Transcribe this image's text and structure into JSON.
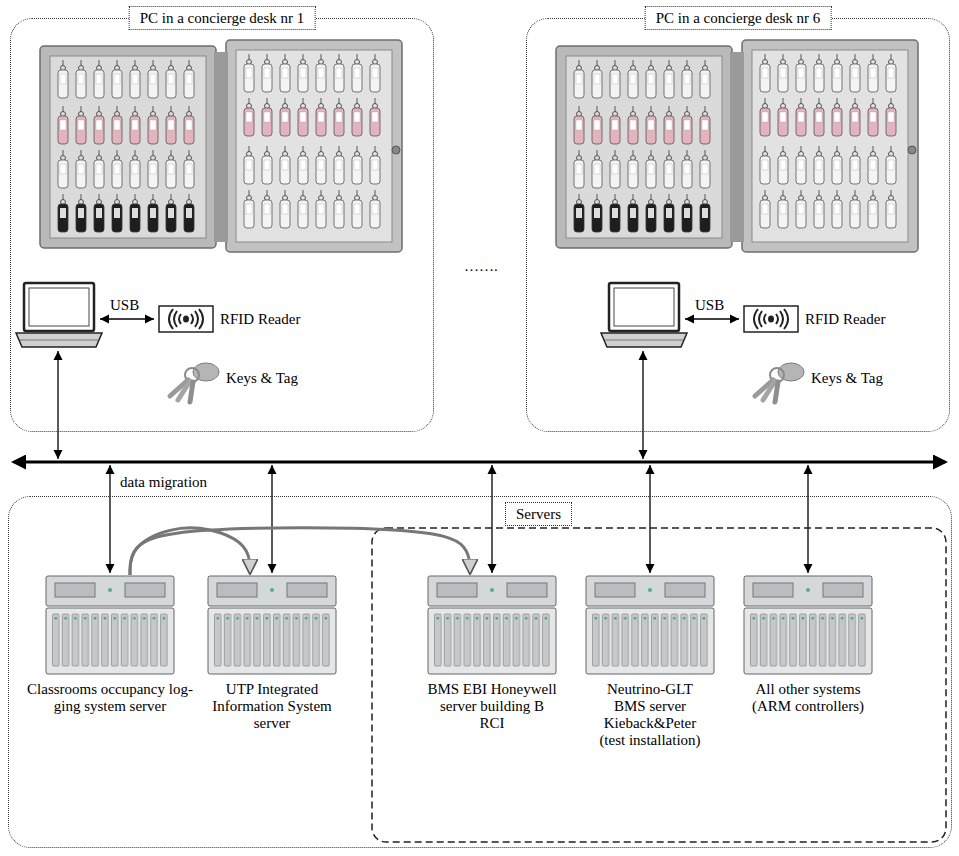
{
  "diagram": {
    "nodes": [
      {
        "text": [
          "PC in a concierge desk nr 1"
        ]
      },
      {
        "text": [
          "RFID Reader"
        ],
        "in": 0
      },
      {
        "text": [
          "PC in a concierge desk nr 6"
        ]
      },
      {
        "text": [
          "RFID Reader"
        ],
        "in": 2
      },
      {
        "text": [
          "Servers"
        ]
      },
      {
        "text": [
          "Classrooms occupancy log-ging system server"
        ],
        "in": 4
      },
      {
        "text": [
          "UTP Integrated Information System server"
        ],
        "in": 4
      },
      {
        "text": [
          "BMS EBI Honeywell server building B RCI"
        ],
        "in": 4
      },
      {
        "text": [
          "Neutrino-GLT BMS server Kieback&Peter (test installation)"
        ],
        "in": 4
      },
      {
        "text": [
          "All other systems (ARM controllers)"
        ],
        "in": 4
      }
    ],
    "edges": [
      {
        "from": 5,
        "to": 6,
        "arrow": "to",
        "label": "data migration"
      },
      {
        "from": 5,
        "to": 7,
        "arrow": "to"
      }
    ],
    "labels": [
      "USB",
      "Keys & Tag",
      "USB",
      "Keys & Tag",
      "……."
    ]
  }
}
